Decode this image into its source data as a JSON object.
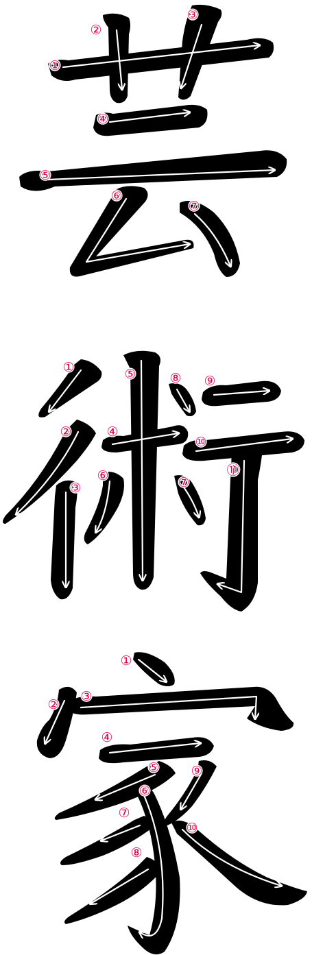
{
  "characters": [
    {
      "glyph": "芸",
      "labels": [
        "①",
        "②",
        "③",
        "④",
        "⑤",
        "⑥",
        "⑦"
      ]
    },
    {
      "glyph": "術",
      "labels": [
        "①",
        "②",
        "③",
        "④",
        "⑤",
        "⑥",
        "⑦",
        "⑧",
        "⑨",
        "⑩",
        "⑪"
      ]
    },
    {
      "glyph": "家",
      "labels": [
        "①",
        "②",
        "③",
        "④",
        "⑤",
        "⑥",
        "⑦",
        "⑧",
        "⑨",
        "⑩"
      ]
    }
  ],
  "colors": {
    "stroke": "#000000",
    "number": "#e0004a",
    "guide": "#ffffff",
    "background": "#ffffff"
  }
}
